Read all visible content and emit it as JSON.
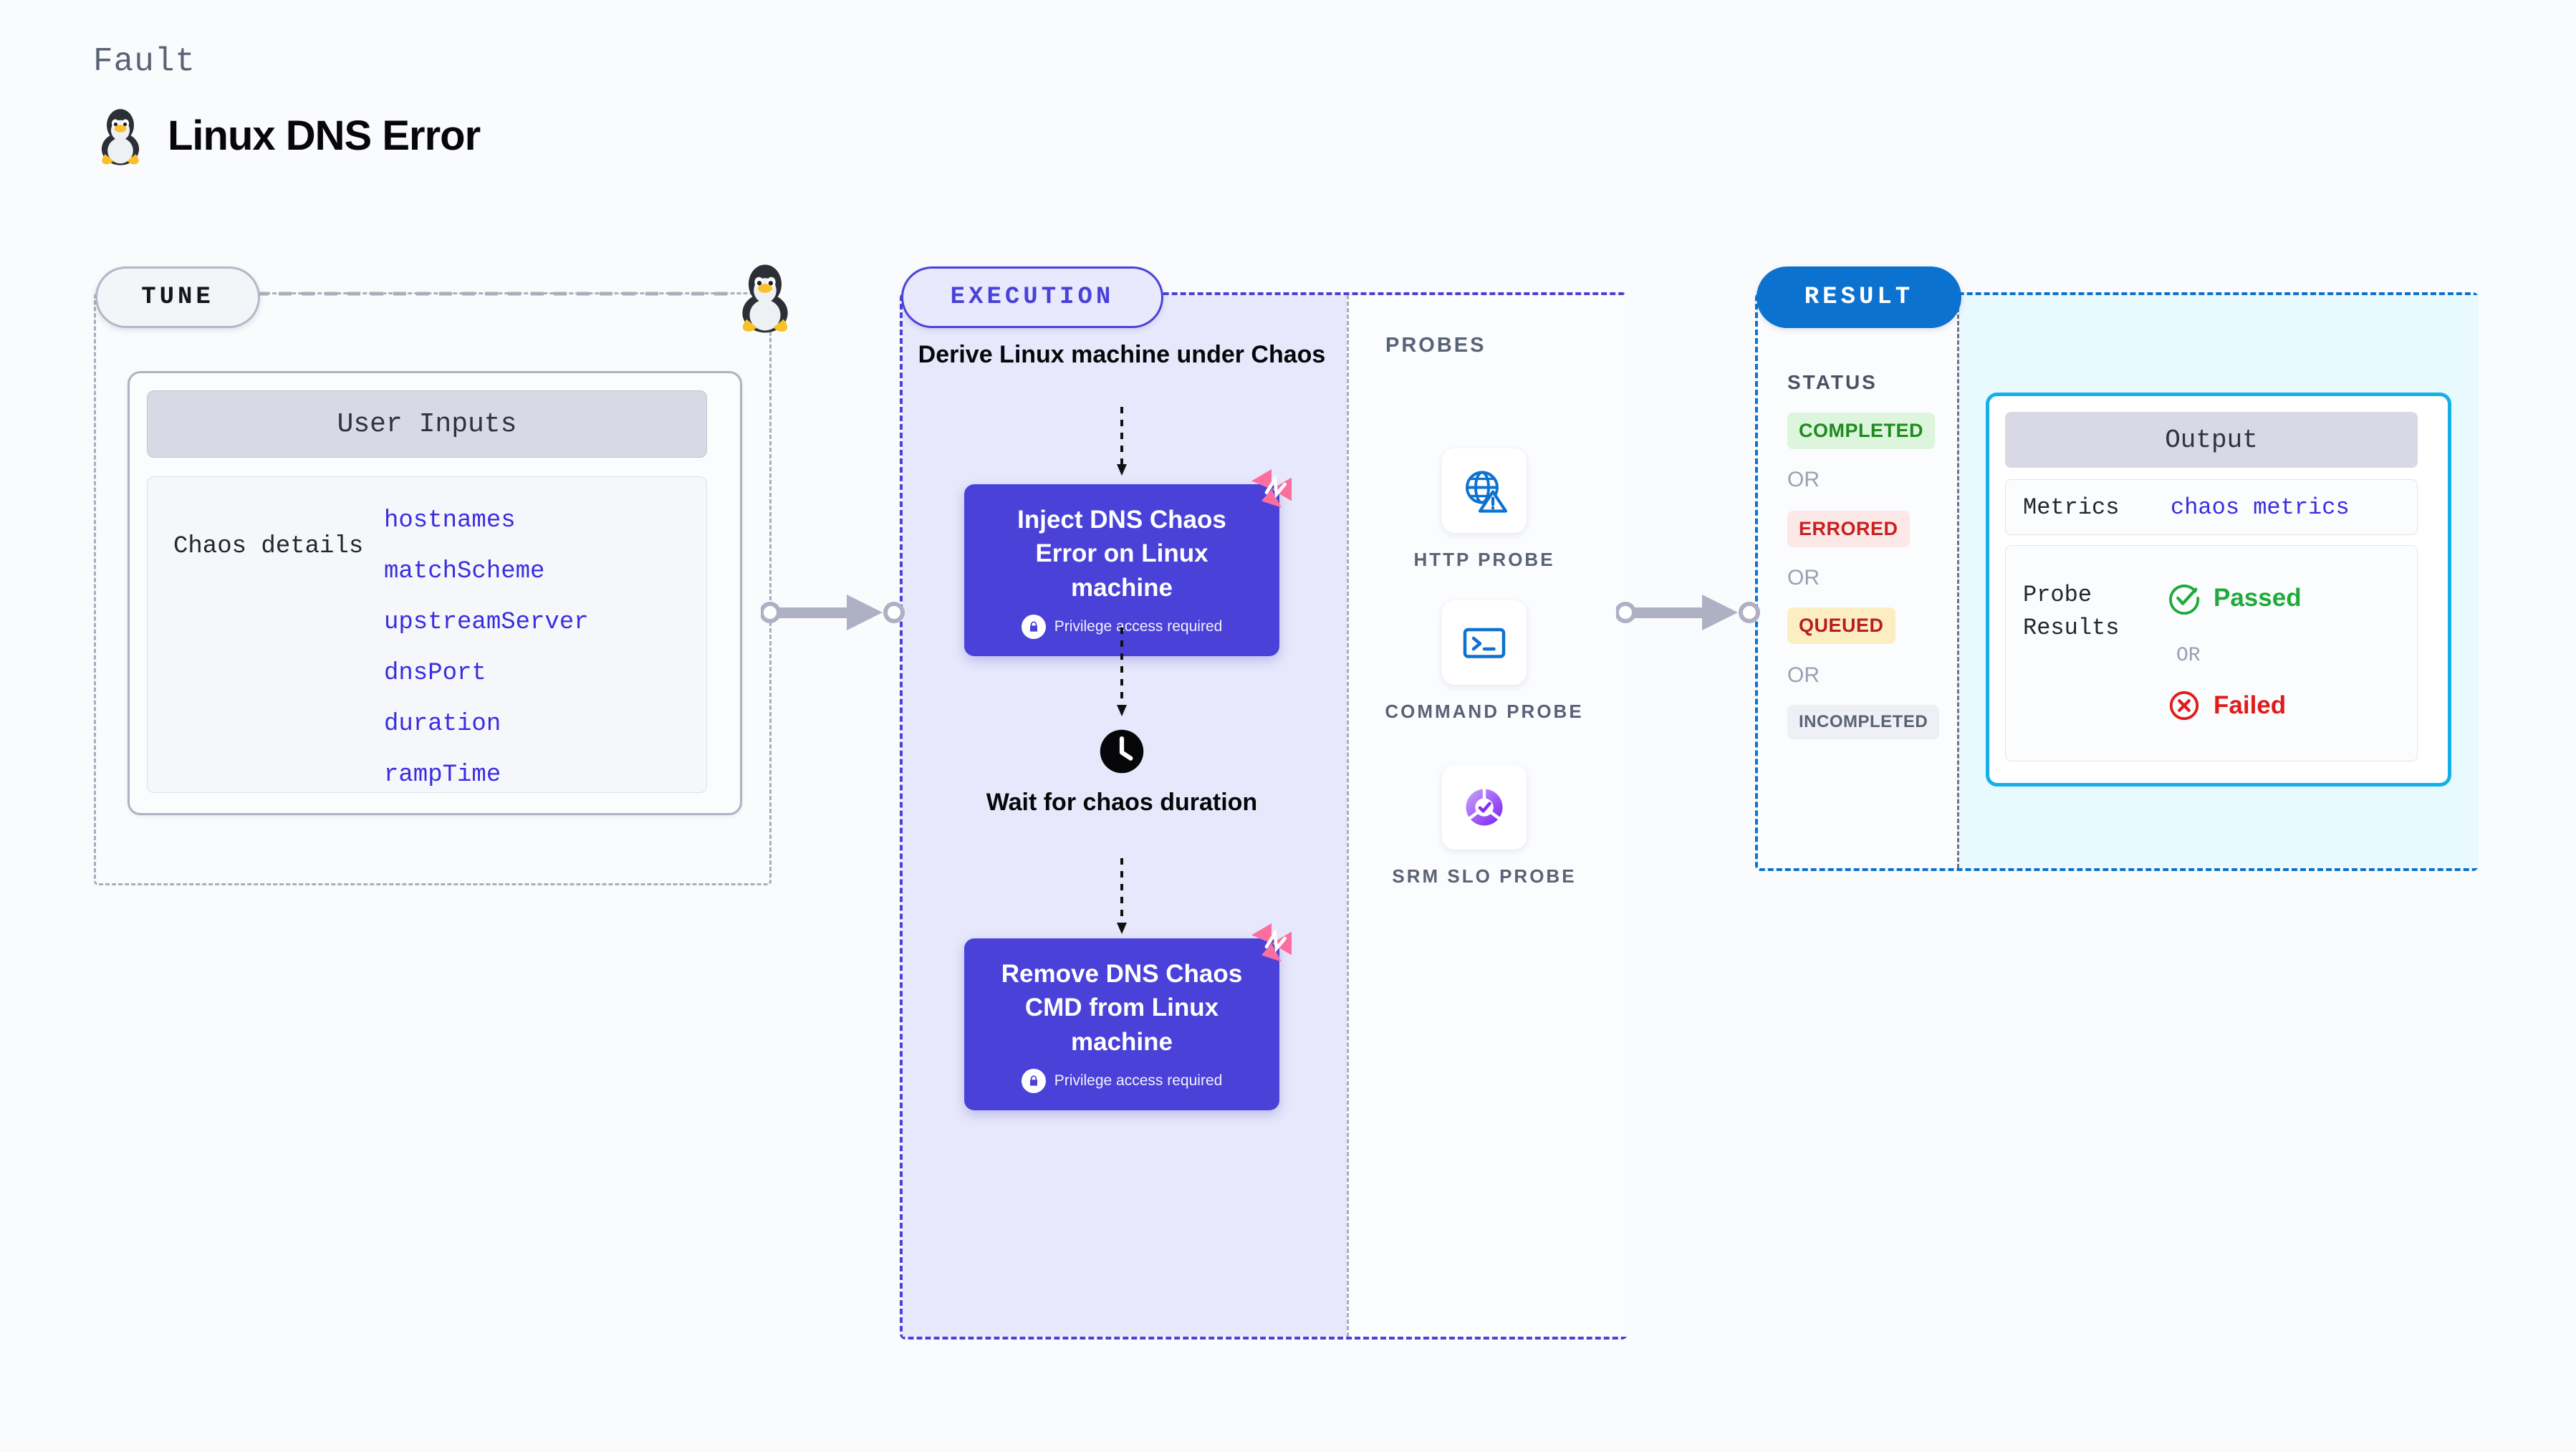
{
  "header": {
    "kicker": "Fault",
    "title": "Linux DNS Error",
    "icon": "tux-penguin-icon"
  },
  "tune": {
    "pill_label": "TUNE",
    "corner_icon": "tux-penguin-icon",
    "card": {
      "header": "User Inputs",
      "group_label": "Chaos details",
      "params": [
        "hostnames",
        "matchScheme",
        "upstreamServer",
        "dnsPort",
        "duration",
        "rampTime"
      ]
    }
  },
  "execution": {
    "pill_label": "EXECUTION",
    "steps": [
      {
        "kind": "text",
        "label": "Derive Linux machine under Chaos"
      },
      {
        "kind": "node",
        "label": "Inject DNS Chaos Error on Linux machine",
        "badge": "Privilege access required",
        "badge_icon": "lock-icon",
        "flag_icon": "chaos-flag-icon"
      },
      {
        "kind": "wait",
        "label": "Wait for chaos duration",
        "icon": "clock-icon"
      },
      {
        "kind": "node",
        "label": "Remove DNS Chaos CMD from Linux machine",
        "badge": "Privilege access required",
        "badge_icon": "lock-icon",
        "flag_icon": "chaos-flag-icon"
      }
    ]
  },
  "probes": {
    "title": "PROBES",
    "items": [
      {
        "label": "HTTP PROBE",
        "icon": "globe-warning-icon"
      },
      {
        "label": "COMMAND PROBE",
        "icon": "terminal-icon"
      },
      {
        "label": "SRM SLO PROBE",
        "icon": "slo-gauge-check-icon"
      }
    ]
  },
  "result": {
    "pill_label": "RESULT",
    "status_title": "STATUS",
    "or_label": "OR",
    "statuses": [
      {
        "label": "COMPLETED",
        "bg": "#dcf5dc",
        "fg": "#1f8b1f"
      },
      {
        "label": "ERRORED",
        "bg": "#fde8e8",
        "fg": "#c92020"
      },
      {
        "label": "QUEUED",
        "bg": "#fdeec2",
        "fg": "#b61f1f"
      },
      {
        "label": "INCOMPLETED",
        "bg": "#eff0f5",
        "fg": "#5a6275"
      }
    ],
    "output": {
      "header": "Output",
      "metrics_label": "Metrics",
      "metrics_value": "chaos metrics",
      "probe_results_label": "Probe Results",
      "passed_label": "Passed",
      "failed_label": "Failed",
      "or_label": "OR",
      "passed_icon": "check-circle-icon",
      "failed_icon": "x-circle-icon"
    }
  },
  "colors": {
    "accent_purple": "#4a42d8",
    "accent_blue": "#0c72d0",
    "accent_cyan": "#15b0e8",
    "param_blue": "#3a2de0",
    "pink_flag": "#fa6fa0",
    "pass_green": "#1faa3a",
    "fail_red": "#e01b1b"
  }
}
